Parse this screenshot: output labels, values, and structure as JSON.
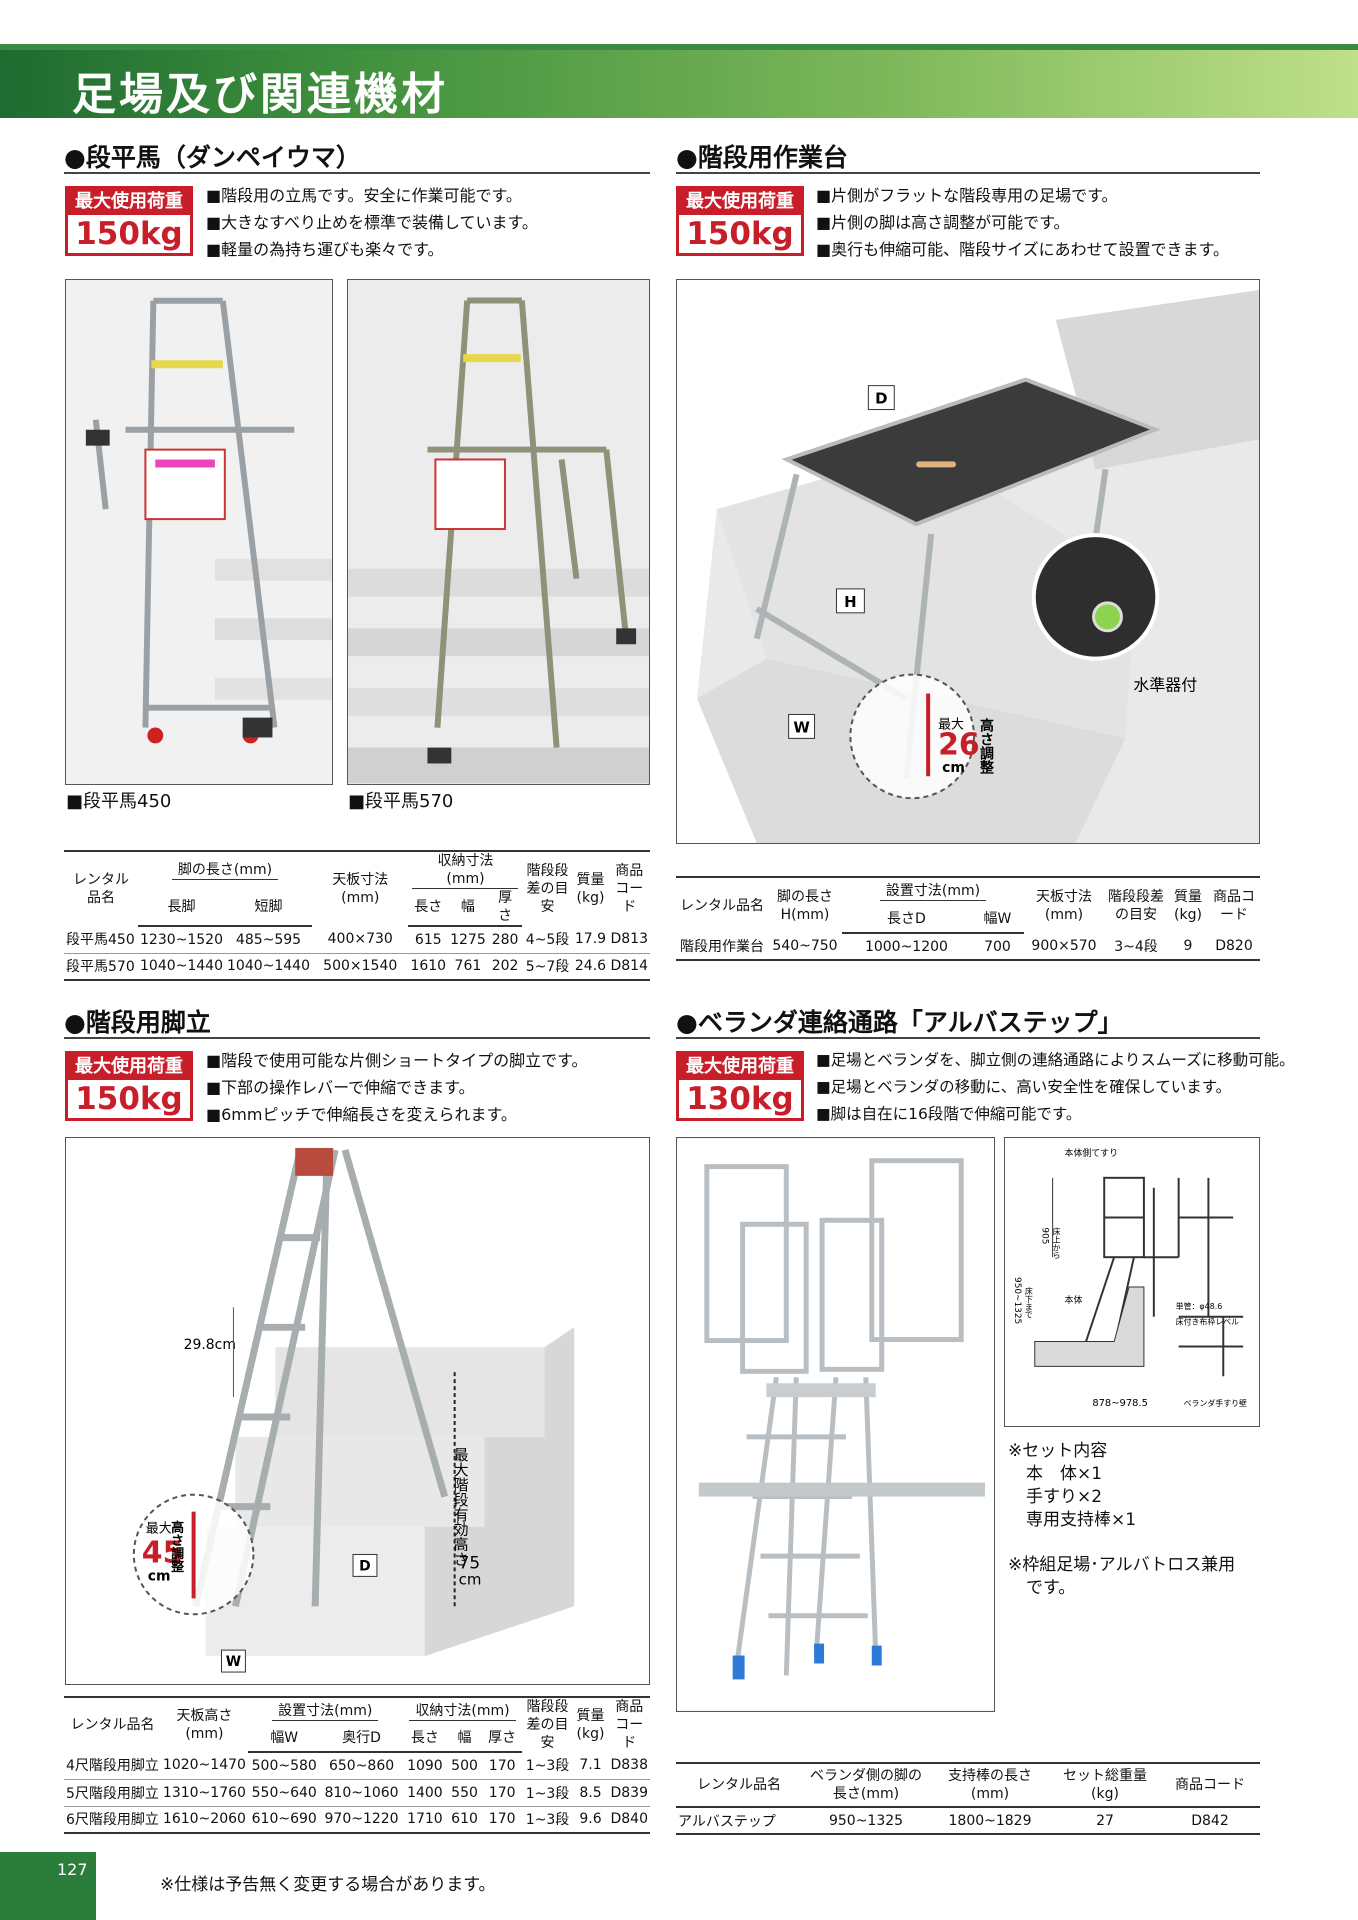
{
  "header": {
    "title": "足場及び関連機材"
  },
  "s1": {
    "title": "●段平馬（ダンペイウマ）",
    "load_label": "最大使用荷重",
    "load_value": "150kg",
    "features": [
      "階段用の立馬です。安全に作業可能です。",
      "大きなすべり止めを標準で装備しています。",
      "軽量の為持ち運びも楽々です。"
    ],
    "captions": [
      "■段平馬450",
      "■段平馬570"
    ],
    "table": {
      "h_name": "レンタル品名",
      "h_leg": "脚の長さ(mm)",
      "h_long": "長脚",
      "h_short": "短脚",
      "h_top": "天板寸法(mm)",
      "h_store": "収納寸法(mm)",
      "h_len": "長さ",
      "h_wid": "幅",
      "h_thk": "厚さ",
      "h_step": "階段段差の目安",
      "h_mass": "質量(kg)",
      "h_code": "商品コード",
      "rows": [
        [
          "段平馬450",
          "1230~1520",
          "485~595",
          "400×730",
          "615",
          "1275",
          "280",
          "4~5段",
          "17.9",
          "D813"
        ],
        [
          "段平馬570",
          "1040~1440",
          "1040~1440",
          "500×1540",
          "1610",
          "761",
          "202",
          "5~7段",
          "24.6",
          "D814"
        ]
      ]
    }
  },
  "s2": {
    "title": "●階段用作業台",
    "load_label": "最大使用荷重",
    "load_value": "150kg",
    "features": [
      "片側がフラットな階段専用の足場です。",
      "片側の脚は高さ調整が可能です。",
      "奥行も伸縮可能、階段サイズにあわせて設置できます。"
    ],
    "diagram": {
      "d": "D",
      "h": "H",
      "w": "W",
      "level": "水準器付",
      "max": "最大",
      "adj_value": "26",
      "adj_unit": "cm",
      "adj_text": "高さ調整"
    },
    "table": {
      "h_name": "レンタル品名",
      "h_leg": "脚の長さH(mm)",
      "h_setup": "設置寸法(mm)",
      "h_d": "長さD",
      "h_w": "幅W",
      "h_top": "天板寸法(mm)",
      "h_step": "階段段差の目安",
      "h_mass": "質量(kg)",
      "h_code": "商品コード",
      "rows": [
        [
          "階段用作業台",
          "540~750",
          "1000~1200",
          "700",
          "900×570",
          "3~4段",
          "9",
          "D820"
        ]
      ]
    }
  },
  "s3": {
    "title": "●階段用脚立",
    "load_label": "最大使用荷重",
    "load_value": "150kg",
    "features": [
      "階段で使用可能な片側ショートタイプの脚立です。",
      "下部の操作レバーで伸縮できます。",
      "6mmピッチで伸縮長さを変えられます。"
    ],
    "diagram": {
      "pitch": "29.8cm",
      "d": "D",
      "w": "W",
      "max": "最大",
      "adj_value": "45",
      "adj_unit": "cm",
      "adj_text": "高さ調整",
      "eff": "最大階段有効高さ",
      "eff_value": "75",
      "eff_unit": "cm"
    },
    "table": {
      "h_name": "レンタル品名",
      "h_top": "天板高さ(mm)",
      "h_setup": "設置寸法(mm)",
      "h_w": "幅W",
      "h_d": "奥行D",
      "h_store": "収納寸法(mm)",
      "h_len": "長さ",
      "h_wid": "幅",
      "h_thk": "厚さ",
      "h_step": "階段段差の目安",
      "h_mass": "質量(kg)",
      "h_code": "商品コード",
      "rows": [
        [
          "4尺階段用脚立",
          "1020~1470",
          "500~580",
          "650~860",
          "1090",
          "500",
          "170",
          "1~3段",
          "7.1",
          "D838"
        ],
        [
          "5尺階段用脚立",
          "1310~1760",
          "550~640",
          "810~1060",
          "1400",
          "550",
          "170",
          "1~3段",
          "8.5",
          "D839"
        ],
        [
          "6尺階段用脚立",
          "1610~2060",
          "610~690",
          "970~1220",
          "1710",
          "610",
          "170",
          "1~3段",
          "9.6",
          "D840"
        ]
      ]
    }
  },
  "s4": {
    "title": "●ベランダ連絡通路「アルバステップ」",
    "load_label": "最大使用荷重",
    "load_value": "130kg",
    "features": [
      "足場とベランダを、脚立側の連絡通路によりスムーズに移動可能。",
      "足場とベランダの移動に、高い安全性を確保しています。",
      "脚は自在に16段階で伸縮可能です。"
    ],
    "diagram": {
      "rail": "本体側てすり",
      "h1": "905",
      "h1_note": "床上から",
      "h2": "950~1325",
      "h2_note": "床下まで",
      "body": "本体",
      "pipe": "単管：φ48.6",
      "floor": "床付き布枠レベル",
      "width": "878~978.5",
      "wall": "ベランダ手すり壁"
    },
    "set": {
      "title": "※セット内容",
      "items": [
        "本　体×1",
        "手すり×2",
        "専用支持棒×1"
      ],
      "note1": "※枠組足場･アルバトロス兼用",
      "note2": "です。"
    },
    "table": {
      "h_name": "レンタル品名",
      "h_leg": "ベランダ側の脚の長さ(mm)",
      "h_sup": "支持棒の長さ(mm)",
      "h_set": "セット総重量(kg)",
      "h_code": "商品コード",
      "rows": [
        [
          "アルバステップ",
          "950~1325",
          "1800~1829",
          "27",
          "D842"
        ]
      ]
    }
  },
  "footer": {
    "page": "127",
    "note": "※仕様は予告無く変更する場合があります。"
  }
}
